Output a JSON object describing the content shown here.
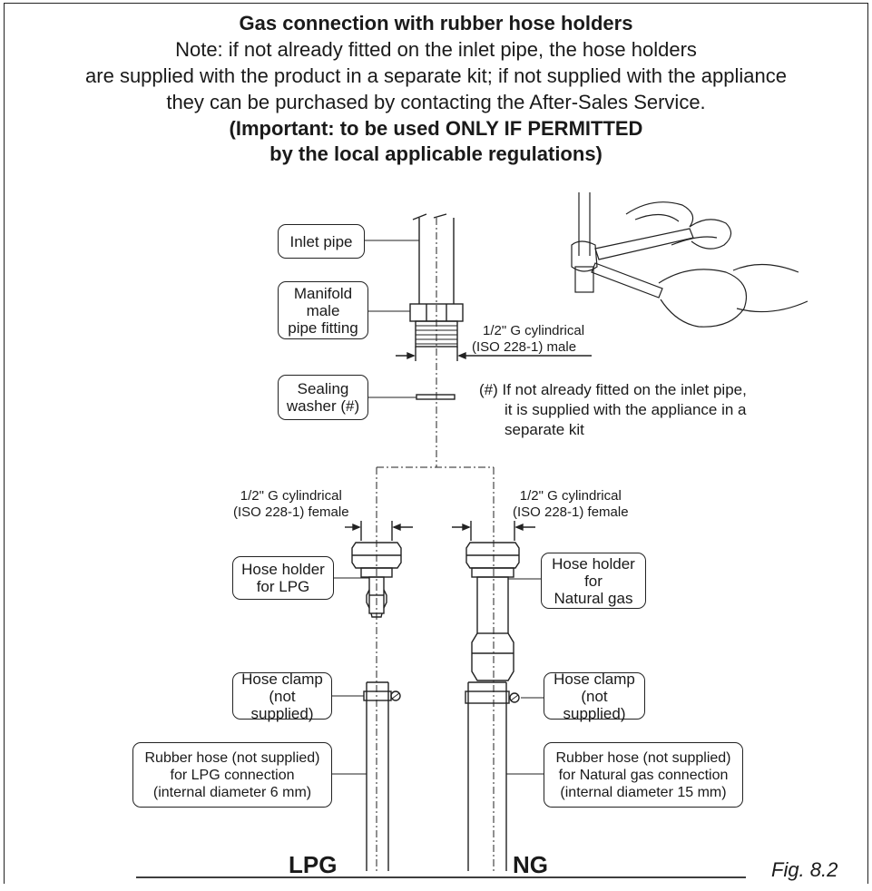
{
  "header": {
    "title": "Gas connection with rubber hose holders",
    "note_lines": [
      "Note: if not already fitted on the inlet pipe, the hose holders",
      "are supplied with the product in a separate kit; if not supplied with the appliance",
      "they can be purchased by contacting the After-Sales Service."
    ],
    "important_lines": [
      "(Important: to be used ONLY IF PERMITTED",
      "by the local applicable regulations)"
    ]
  },
  "labels": {
    "inlet_pipe": "Inlet pipe",
    "manifold": [
      "Manifold",
      "male",
      "pipe fitting"
    ],
    "sealing_washer": [
      "Sealing",
      "washer (#)"
    ],
    "hose_holder_lpg": [
      "Hose holder",
      "for LPG"
    ],
    "hose_holder_ng": [
      "Hose holder",
      "for",
      "Natural gas"
    ],
    "hose_clamp_left": [
      "Hose clamp",
      "(not supplied)"
    ],
    "hose_clamp_right": [
      "Hose clamp",
      "(not supplied)"
    ],
    "rubber_hose_lpg": [
      "Rubber hose (not supplied)",
      "for LPG connection",
      "(internal diameter 6 mm)"
    ],
    "rubber_hose_ng": [
      "Rubber hose (not supplied)",
      "for Natural gas connection",
      "(internal diameter 15 mm)"
    ]
  },
  "dimensions": {
    "male_thread": [
      "1/2\" G cylindrical",
      "(ISO 228-1) male"
    ],
    "female_thread_left": [
      "1/2\" G cylindrical",
      "(ISO 228-1) female"
    ],
    "female_thread_right": [
      "1/2\" G cylindrical",
      "(ISO 228-1) female"
    ]
  },
  "footnote": [
    "(#) If not already fitted on the inlet pipe,",
    "it is supplied with the appliance in a",
    "separate kit"
  ],
  "bottom": {
    "lpg": "LPG",
    "ng": "NG",
    "figure": "Fig. 8.2"
  }
}
